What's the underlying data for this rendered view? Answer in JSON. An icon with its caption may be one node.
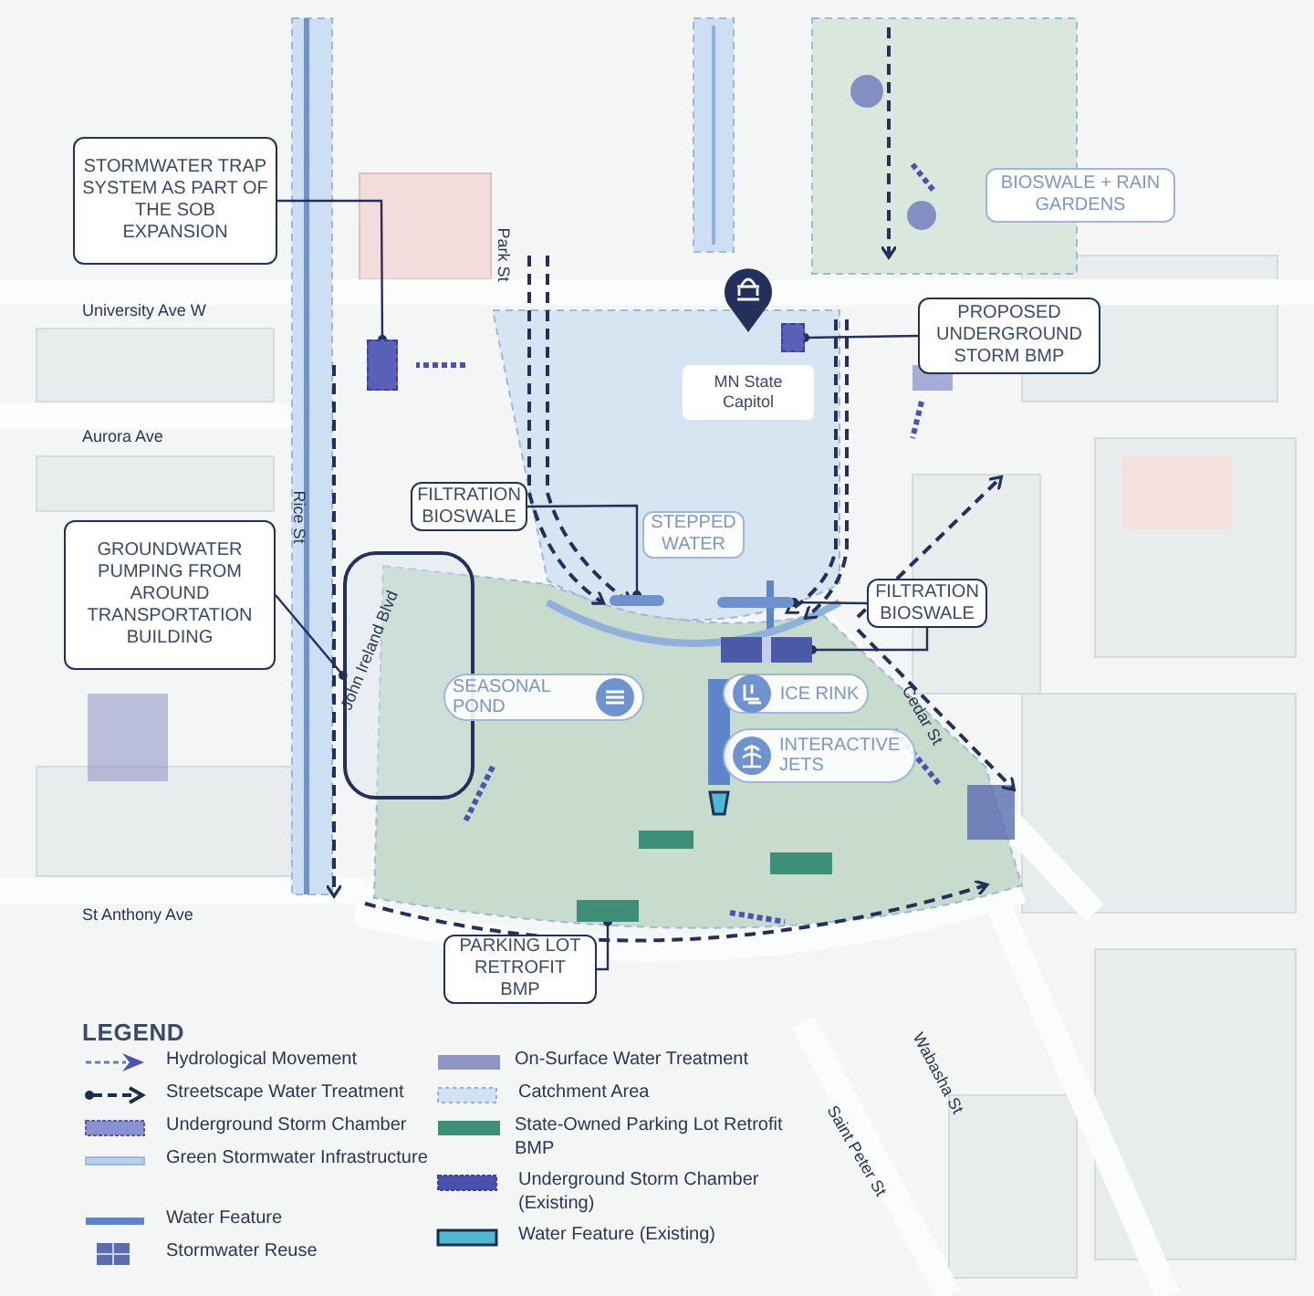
{
  "diagram": {
    "nodes": [
      {
        "text": [
          "STORMWATER TRAP SYSTEM AS PART OF THE SOB EXPANSION"
        ]
      },
      {
        "text": [],
        "shape": "box"
      },
      {
        "text": [
          "GROUNDWATER PUMPING FROM AROUND TRANSPORTATION BUILDING"
        ]
      },
      {
        "text": [],
        "shape": "box"
      },
      {
        "text": [
          "FILTRATION BIOSWALE"
        ]
      },
      {
        "text": [],
        "shape": "bar"
      },
      {
        "text": [
          "PROPOSED UNDERGROUND STORM BMP"
        ]
      },
      {
        "text": [],
        "shape": "box"
      },
      {
        "text": [
          "FILTRATION BIOSWALE"
        ]
      },
      {
        "text": [],
        "shape": "bar"
      },
      {
        "text": [],
        "shape": "box"
      },
      {
        "text": [
          "PARKING LOT RETROFIT BMP"
        ]
      },
      {
        "text": [],
        "shape": "box"
      },
      {
        "text": [
          "BIOSWALE + RAIN GARDENS"
        ]
      },
      {
        "text": [
          "MN State Capitol"
        ]
      },
      {
        "text": [
          "STEPPED WATER"
        ]
      },
      {
        "text": [
          "SEASONAL POND"
        ]
      },
      {
        "text": [
          "ICE RINK"
        ]
      },
      {
        "text": [
          "INTERACTIVE JETS"
        ]
      }
    ],
    "edges": [
      {
        "from": 0,
        "to": 1,
        "arrow": "other"
      },
      {
        "from": 2,
        "to": 3,
        "arrow": "other"
      },
      {
        "from": 4,
        "to": 5,
        "arrow": "other"
      },
      {
        "from": 6,
        "to": 7,
        "arrow": "other"
      },
      {
        "from": 8,
        "to": 9,
        "arrow": "other"
      },
      {
        "from": 8,
        "to": 10,
        "arrow": "other"
      },
      {
        "from": 11,
        "to": 12,
        "arrow": "other"
      }
    ],
    "labels": [
      "University Ave W",
      "Park St",
      "Aurora Ave",
      "Rice St",
      "John Ireland Blvd",
      "Cedar St",
      "St Anthony Ave",
      "Wabasha St",
      "Saint Peter St",
      "LEGEND"
    ],
    "legend": [
      {
        "text": "Hydrological Movement"
      },
      {
        "text": "Streetscape Water Treatment"
      },
      {
        "text": "Underground Storm Chamber"
      },
      {
        "text": "Green Stormwater Infrastructure"
      },
      {
        "text": "Water Feature"
      },
      {
        "text": "Stormwater Reuse"
      },
      {
        "text": "On-Surface Water Treatment",
        "color": "#8f94c6"
      },
      {
        "text": "Catchment Area"
      },
      {
        "text": "State-Owned Parking Lot Retrofit BMP",
        "color": "#3e8f78"
      },
      {
        "text": "Underground Storm Chamber (Existing)"
      },
      {
        "text": "Water Feature (Existing)"
      }
    ]
  }
}
